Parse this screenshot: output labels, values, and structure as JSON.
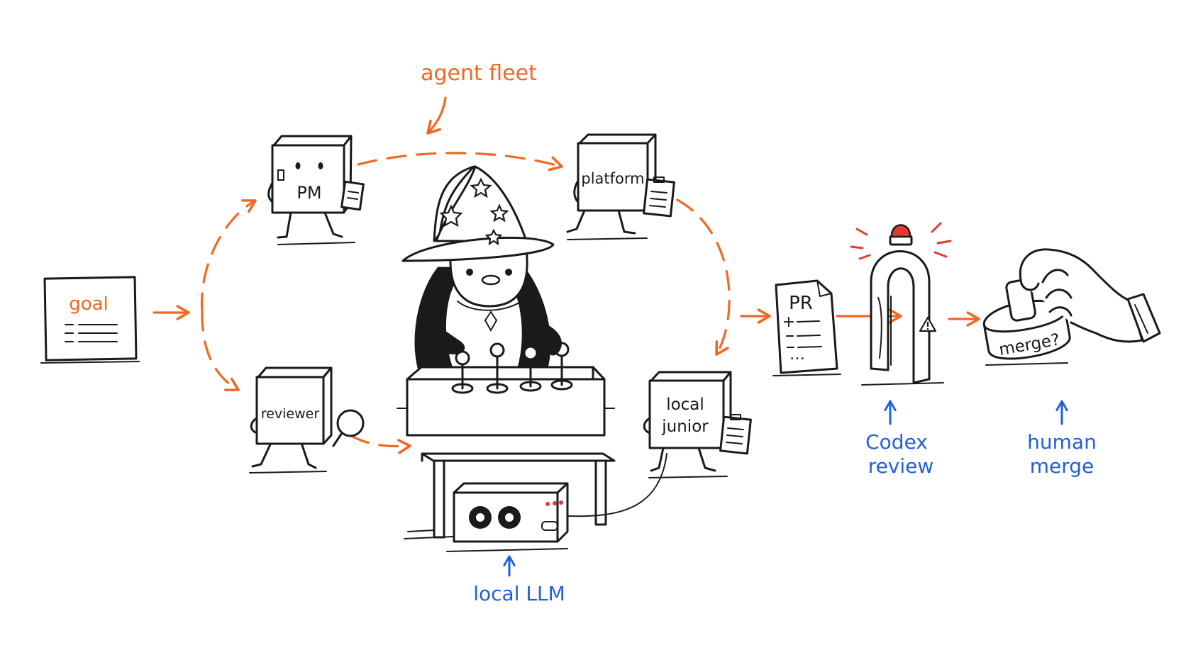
{
  "colors": {
    "ink": "#1a1a1a",
    "accent_orange": "#f26722",
    "accent_blue": "#1f5fe0",
    "alarm_red": "#e23a2e"
  },
  "annotations": {
    "agent_fleet": "agent fleet",
    "local_llm": "local LLM",
    "codex_review": [
      "Codex",
      "review"
    ],
    "human_merge": [
      "human",
      "merge"
    ]
  },
  "goal": {
    "label": "goal"
  },
  "agents": {
    "pm": "PM",
    "platform": "platform",
    "reviewer": "reviewer",
    "local_junior": [
      "local",
      "junior"
    ]
  },
  "pr": {
    "label": "PR",
    "marks": "+",
    "ellipsis": "…"
  },
  "stamp": {
    "label": "merge?"
  }
}
